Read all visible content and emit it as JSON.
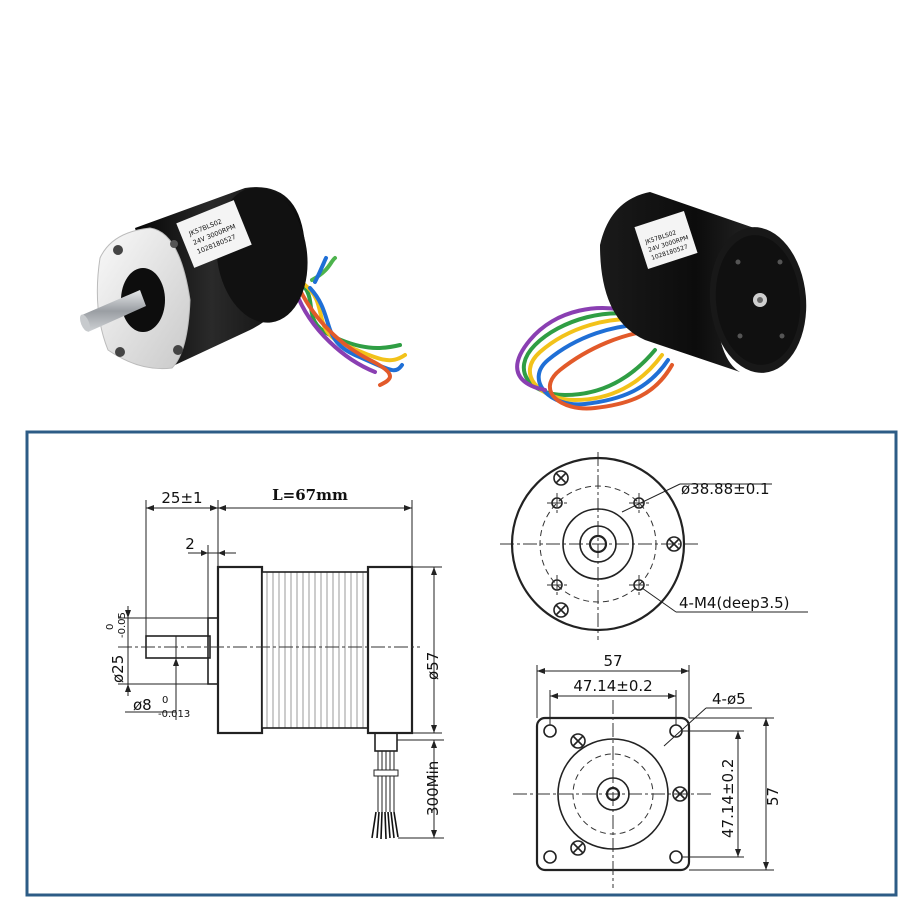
{
  "colors": {
    "frame_border": "#2d5c86",
    "motor_body": "#141414",
    "flange": "#e8e8e8",
    "shaft": "#b9bcc0",
    "wire_colors": [
      "#2f9e44",
      "#f2c21a",
      "#1f6fd6",
      "#e25a2a",
      "#8a3fb2",
      "#4db34d"
    ]
  },
  "photo": {
    "front_label_lines": [
      "JK57BLS02",
      "24V 3000RPM",
      "1028180527"
    ],
    "rear_label_lines": [
      "JK57BLS02",
      "24V 3000RPM",
      "1028180527"
    ]
  },
  "side_view": {
    "shaft_length": "25±1",
    "body_length": "L=67mm",
    "boss_height": "2",
    "boss_dia_base": "ø25",
    "boss_dia_tol_upper": "0",
    "boss_dia_tol_lower": "-0.05",
    "shaft_dia_base": "ø8",
    "shaft_dia_tol_upper": "0",
    "shaft_dia_tol_lower": "-0.013",
    "body_dia": "ø57",
    "lead_length": "300Min"
  },
  "rear_view": {
    "bolt_circle": "ø38.88±0.1",
    "mount_holes": "4-M4(deep3.5)"
  },
  "front_view": {
    "overall_width": "57",
    "hole_spacing_h": "47.14±0.2",
    "hole_dia": "4-ø5",
    "hole_spacing_v": "47.14±0.2",
    "overall_height": "57"
  }
}
